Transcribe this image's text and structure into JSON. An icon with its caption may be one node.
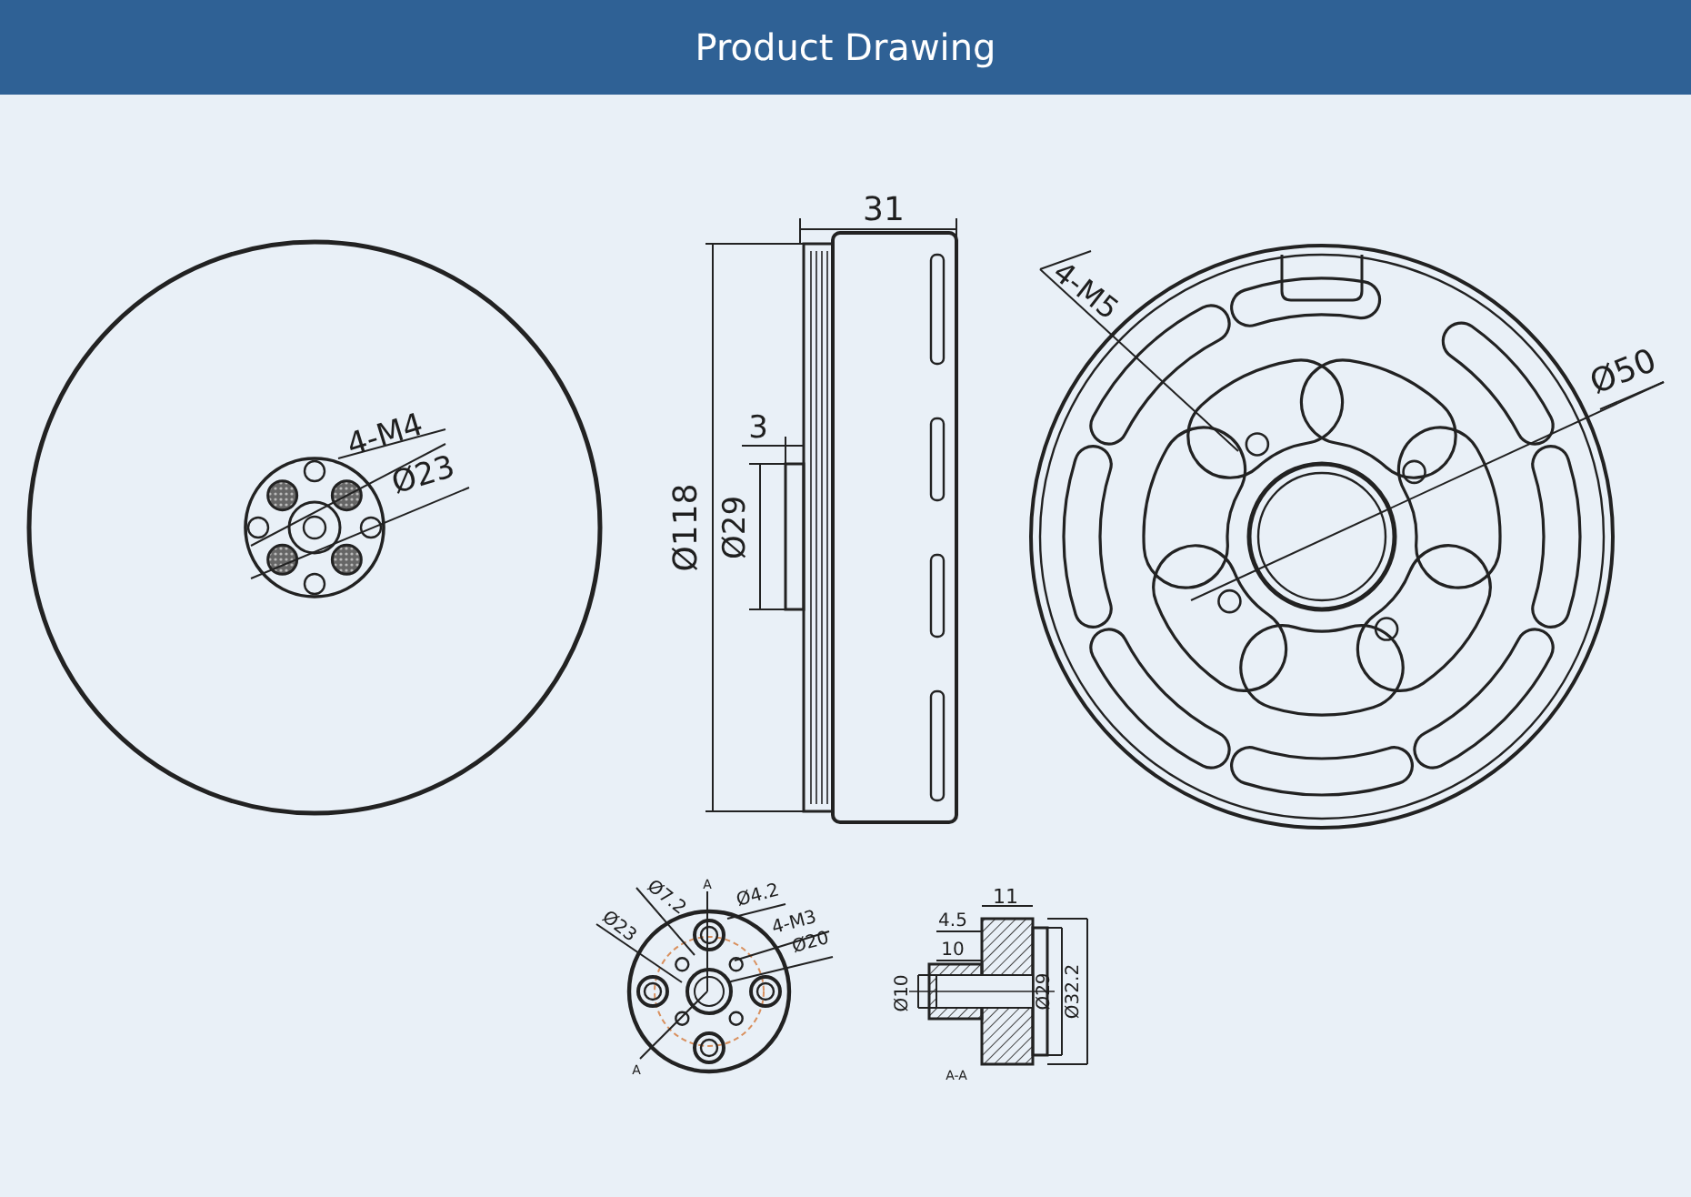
{
  "diagram": {
    "title": "Product Drawing",
    "labels": [
      "31",
      "4-M5",
      "4-M4",
      "Ø50",
      "Ø23",
      "3",
      "Ø118",
      "Ø29",
      "Ø7.2",
      "A",
      "Ø4.2",
      "Ø23",
      "4-M3",
      "Ø20",
      "A",
      "11",
      "4.5",
      "10",
      "Ø10",
      "Ø29",
      "Ø32.2",
      "A-A"
    ]
  }
}
